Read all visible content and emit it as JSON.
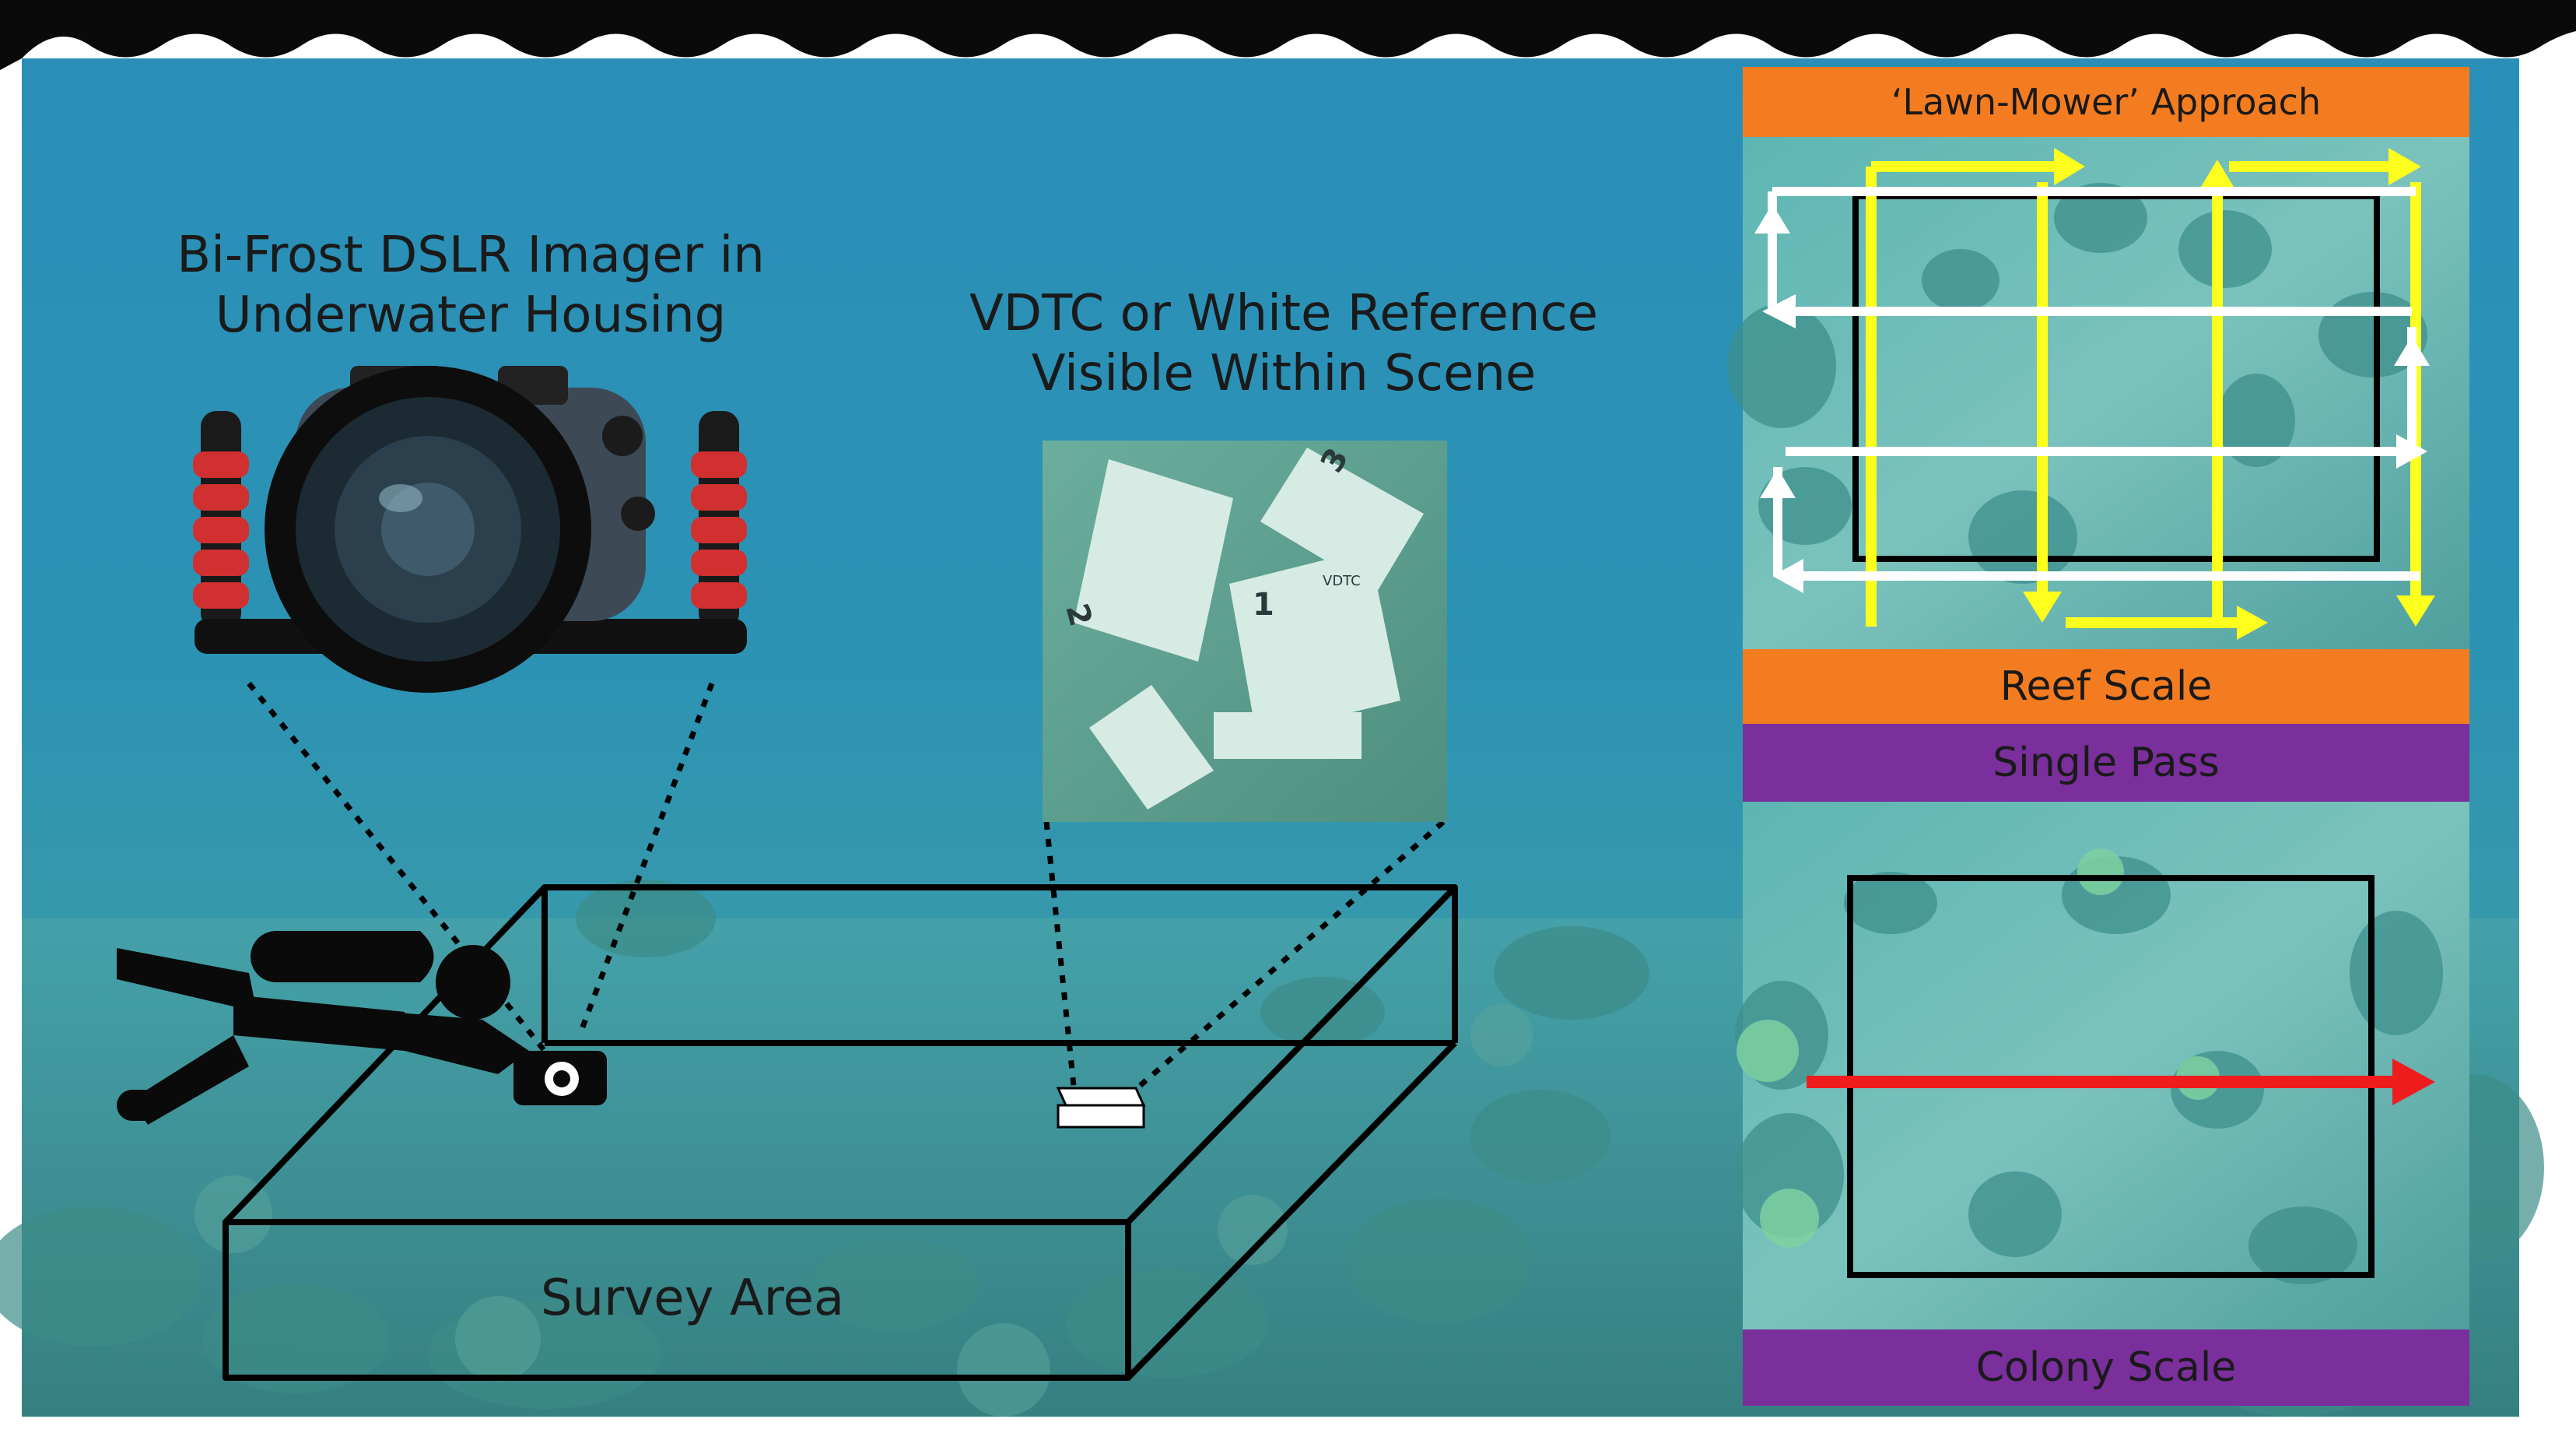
{
  "labels": {
    "imager_line1": "Bi-Frost DSLR Imager in",
    "imager_line2": "Underwater Housing",
    "reference_line1": "VDTC or White Reference",
    "reference_line2": "Visible Within Scene",
    "survey_area": "Survey Area"
  },
  "panel_reef": {
    "top_band": "‘Lawn-Mower’ Approach",
    "bottom_band": "Reef Scale"
  },
  "panel_colony": {
    "top_band": "Single Pass",
    "bottom_band": "Colony Scale"
  },
  "reference_card_numbers": [
    "1",
    "2",
    "3"
  ],
  "reference_card_text": "VDTC",
  "colors": {
    "water_top": "#2a8fb8",
    "water_bottom": "#3e8e93",
    "reef_seabed": "#56a8a6",
    "orange_band": "#f47c20",
    "purple_band": "#7a2f9c",
    "path_yellow": "#ffff1e",
    "path_white": "#ffffff",
    "pass_red": "#ee1c1c"
  },
  "icons": [
    "camera-housing-icon",
    "diver-icon",
    "small-camera-icon",
    "reference-target-icon"
  ]
}
